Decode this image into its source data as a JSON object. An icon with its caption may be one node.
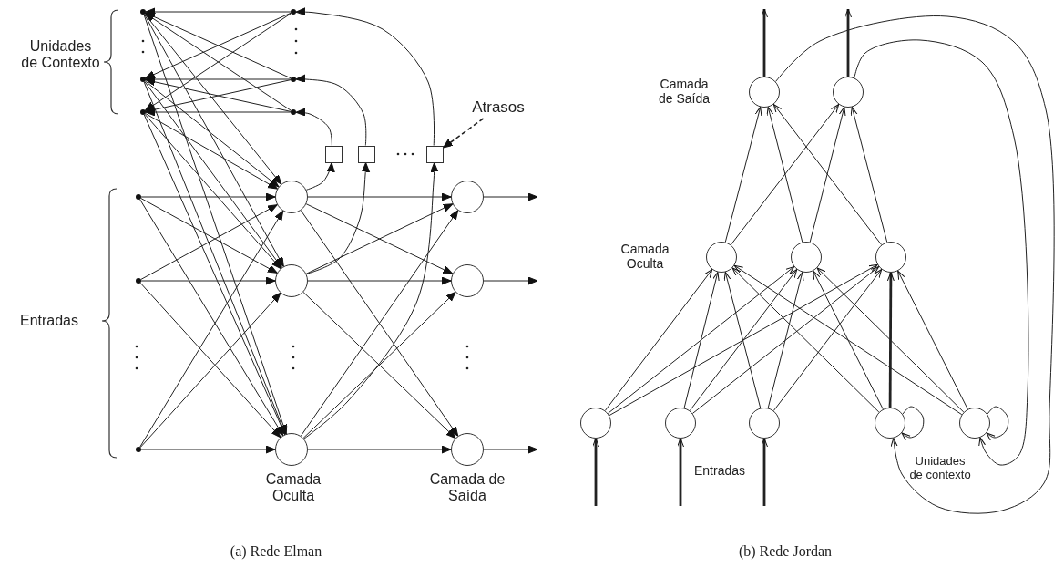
{
  "diagram": {
    "nodes": [
      {
        "text": [],
        "shape": "dot"
      },
      {
        "text": [],
        "shape": "dot"
      },
      {
        "text": [],
        "shape": "dot"
      },
      {
        "text": [],
        "shape": "dot"
      },
      {
        "text": [],
        "shape": "dot"
      },
      {
        "text": [],
        "shape": "dot"
      },
      {
        "text": [],
        "shape": "box"
      },
      {
        "text": [],
        "shape": "box"
      },
      {
        "text": [],
        "shape": "box"
      },
      {
        "text": [
          "Atrasos"
        ]
      },
      {
        "text": [],
        "shape": "dot"
      },
      {
        "text": [],
        "shape": "circle"
      },
      {
        "text": [],
        "shape": "circle"
      },
      {
        "text": [],
        "shape": "dot"
      },
      {
        "text": [],
        "shape": "circle"
      },
      {
        "text": [],
        "shape": "circle"
      },
      {
        "text": [],
        "shape": "dot"
      },
      {
        "text": [],
        "shape": "circle"
      },
      {
        "text": [],
        "shape": "circle"
      },
      {
        "text": [],
        "shape": "circle"
      },
      {
        "text": [],
        "shape": "circle"
      },
      {
        "text": [],
        "shape": "circle"
      },
      {
        "text": [],
        "shape": "circle"
      },
      {
        "text": [],
        "shape": "circle"
      },
      {
        "text": [],
        "shape": "circle"
      },
      {
        "text": [],
        "shape": "circle"
      },
      {
        "text": [],
        "shape": "circle"
      },
      {
        "text": [],
        "shape": "circle"
      },
      {
        "text": [],
        "shape": "circle"
      }
    ],
    "edges": [
      {
        "from": 1,
        "to": 0,
        "arrow": "to"
      },
      {
        "from": 1,
        "to": 2,
        "arrow": "to"
      },
      {
        "from": 1,
        "to": 4,
        "arrow": "to"
      },
      {
        "from": 3,
        "to": 0,
        "arrow": "to"
      },
      {
        "from": 3,
        "to": 2,
        "arrow": "to"
      },
      {
        "from": 3,
        "to": 4,
        "arrow": "to"
      },
      {
        "from": 5,
        "to": 0,
        "arrow": "to"
      },
      {
        "from": 5,
        "to": 2,
        "arrow": "to"
      },
      {
        "from": 5,
        "to": 4,
        "arrow": "to"
      },
      {
        "from": 6,
        "to": 5,
        "arrow": "to"
      },
      {
        "from": 7,
        "to": 3,
        "arrow": "to"
      },
      {
        "from": 8,
        "to": 1,
        "arrow": "to"
      },
      {
        "from": 11,
        "to": 6,
        "arrow": "to"
      },
      {
        "from": 14,
        "to": 7,
        "arrow": "to"
      },
      {
        "from": 17,
        "to": 8,
        "arrow": "to"
      },
      {
        "from": 9,
        "to": 8,
        "arrow": "to",
        "style": "dashed"
      },
      {
        "from": 0,
        "to": 11,
        "arrow": "to"
      },
      {
        "from": 0,
        "to": 14,
        "arrow": "to"
      },
      {
        "from": 0,
        "to": 17,
        "arrow": "to"
      },
      {
        "from": 2,
        "to": 11,
        "arrow": "to"
      },
      {
        "from": 2,
        "to": 14,
        "arrow": "to"
      },
      {
        "from": 2,
        "to": 17,
        "arrow": "to"
      },
      {
        "from": 4,
        "to": 11,
        "arrow": "to"
      },
      {
        "from": 4,
        "to": 14,
        "arrow": "to"
      },
      {
        "from": 4,
        "to": 17,
        "arrow": "to"
      },
      {
        "from": 10,
        "to": 11,
        "arrow": "to"
      },
      {
        "from": 10,
        "to": 14,
        "arrow": "to"
      },
      {
        "from": 10,
        "to": 17,
        "arrow": "to"
      },
      {
        "from": 13,
        "to": 11,
        "arrow": "to"
      },
      {
        "from": 13,
        "to": 14,
        "arrow": "to"
      },
      {
        "from": 13,
        "to": 17,
        "arrow": "to"
      },
      {
        "from": 16,
        "to": 11,
        "arrow": "to"
      },
      {
        "from": 16,
        "to": 14,
        "arrow": "to"
      },
      {
        "from": 16,
        "to": 17,
        "arrow": "to"
      },
      {
        "from": 11,
        "to": 12,
        "arrow": "to"
      },
      {
        "from": 11,
        "to": 15,
        "arrow": "to"
      },
      {
        "from": 11,
        "to": 18,
        "arrow": "to"
      },
      {
        "from": 14,
        "to": 12,
        "arrow": "to"
      },
      {
        "from": 14,
        "to": 15,
        "arrow": "to"
      },
      {
        "from": 14,
        "to": 18,
        "arrow": "to"
      },
      {
        "from": 17,
        "to": 12,
        "arrow": "to"
      },
      {
        "from": 17,
        "to": 15,
        "arrow": "to"
      },
      {
        "from": 17,
        "to": 18,
        "arrow": "to"
      },
      {
        "from": 12,
        "to": null,
        "arrow": "to"
      },
      {
        "from": 15,
        "to": null,
        "arrow": "to"
      },
      {
        "from": 18,
        "to": null,
        "arrow": "to"
      },
      {
        "from": 24,
        "to": 21,
        "arrow": "to"
      },
      {
        "from": 24,
        "to": 22,
        "arrow": "to"
      },
      {
        "from": 24,
        "to": 23,
        "arrow": "to"
      },
      {
        "from": 25,
        "to": 21,
        "arrow": "to"
      },
      {
        "from": 25,
        "to": 22,
        "arrow": "to"
      },
      {
        "from": 25,
        "to": 23,
        "arrow": "to"
      },
      {
        "from": 26,
        "to": 21,
        "arrow": "to"
      },
      {
        "from": 26,
        "to": 22,
        "arrow": "to"
      },
      {
        "from": 26,
        "to": 23,
        "arrow": "to"
      },
      {
        "from": 27,
        "to": 21,
        "arrow": "to"
      },
      {
        "from": 27,
        "to": 22,
        "arrow": "to"
      },
      {
        "from": 27,
        "to": 23,
        "arrow": "to",
        "style": "thick"
      },
      {
        "from": 28,
        "to": 21,
        "arrow": "to"
      },
      {
        "from": 28,
        "to": 22,
        "arrow": "to"
      },
      {
        "from": 28,
        "to": 23,
        "arrow": "to"
      },
      {
        "from": 21,
        "to": 19,
        "arrow": "to"
      },
      {
        "from": 21,
        "to": 20,
        "arrow": "to"
      },
      {
        "from": 22,
        "to": 19,
        "arrow": "to"
      },
      {
        "from": 22,
        "to": 20,
        "arrow": "to"
      },
      {
        "from": 23,
        "to": 19,
        "arrow": "to"
      },
      {
        "from": 23,
        "to": 20,
        "arrow": "to"
      },
      {
        "from": 19,
        "to": null,
        "arrow": "to",
        "style": "thick"
      },
      {
        "from": 20,
        "to": null,
        "arrow": "to",
        "style": "thick"
      },
      {
        "from": null,
        "to": 24,
        "arrow": "to",
        "style": "thick"
      },
      {
        "from": null,
        "to": 25,
        "arrow": "to",
        "style": "thick"
      },
      {
        "from": null,
        "to": 26,
        "arrow": "to",
        "style": "thick"
      },
      {
        "from": 19,
        "to": 27,
        "arrow": "to"
      },
      {
        "from": 20,
        "to": 28,
        "arrow": "to"
      },
      {
        "from": 27,
        "to": 27,
        "arrow": "to"
      },
      {
        "from": 28,
        "to": 28,
        "arrow": "to"
      }
    ],
    "labels": [
      "Unidades de Contexto",
      "Entradas",
      "Camada Oculta",
      "Camada de Saída",
      "Camada de Saída",
      "Camada Oculta",
      "Entradas",
      "Unidades de contexto",
      "(a) Rede Elman",
      "(b) Rede Jordan"
    ]
  }
}
